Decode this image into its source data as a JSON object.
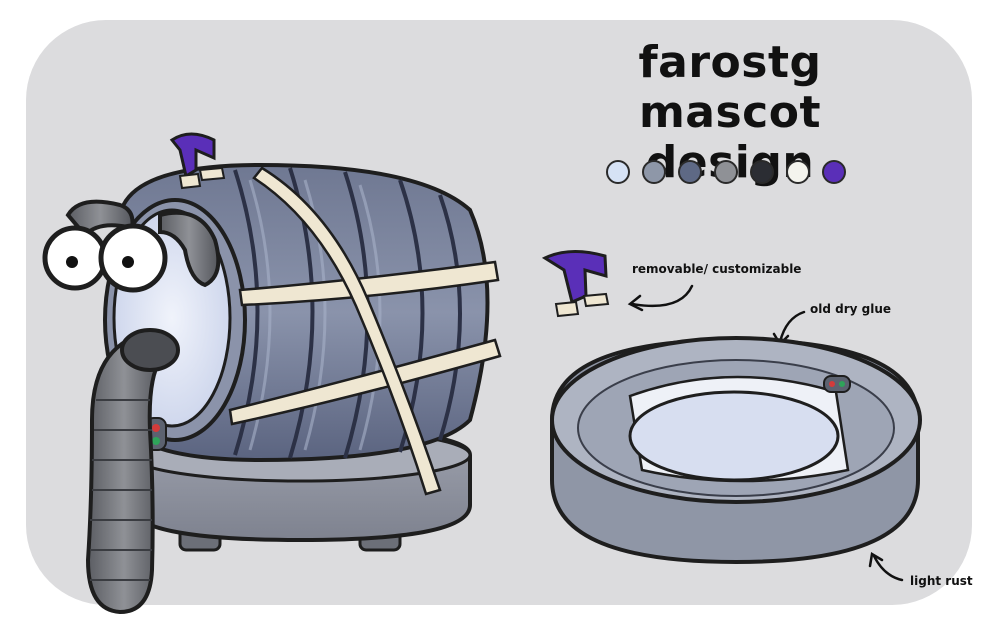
{
  "title": {
    "line1": "farostg",
    "line2": "mascot design"
  },
  "palette": [
    "#d6e2f5",
    "#8e97a8",
    "#5e6985",
    "#8f9196",
    "#2b2d33",
    "#f4f4ee",
    "#5a2fb8"
  ],
  "annotations": {
    "removable": "removable/ customizable",
    "glue": "old dry glue",
    "rust": "light rust"
  },
  "icons": {
    "hat": "purple-hat-icon",
    "arrow": "curved-arrow-icon",
    "power_button": "power-button-icon"
  }
}
